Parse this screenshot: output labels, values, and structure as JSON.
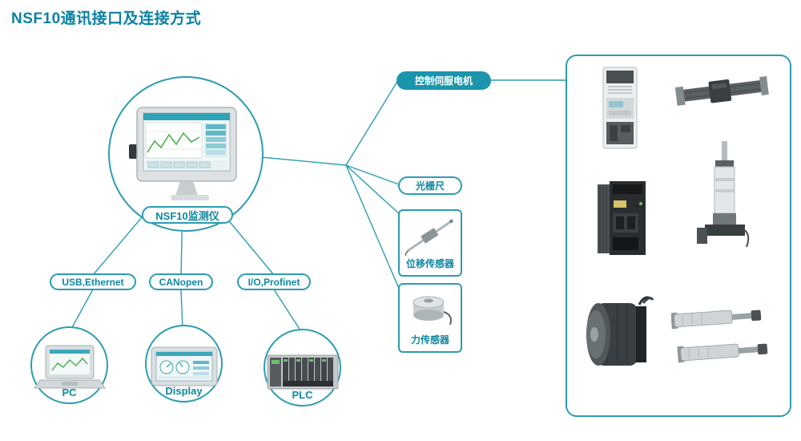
{
  "title": "NSF10通讯接口及连接方式",
  "colors": {
    "accent": "#1190a8",
    "line": "#2d9cb2",
    "label_fill": "#1a95ab"
  },
  "hub": {
    "label": "NSF10监测仪"
  },
  "interfaces": [
    {
      "label": "USB,Ethernet",
      "device": "PC"
    },
    {
      "label": "CANopen",
      "device": "Display"
    },
    {
      "label": "I/O,Profinet",
      "device": "PLC"
    }
  ],
  "right": {
    "servo_label": "控制伺服电机",
    "sensors": [
      {
        "label": "光栅尺"
      },
      {
        "label": "位移传感器"
      },
      {
        "label": "力传感器"
      }
    ]
  }
}
